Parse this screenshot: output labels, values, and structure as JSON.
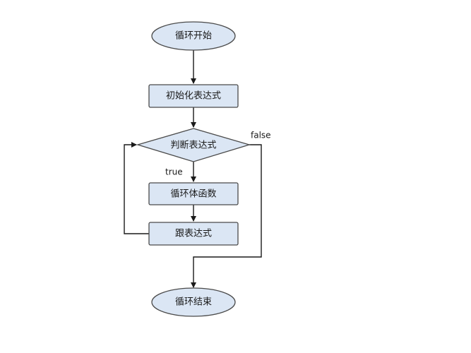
{
  "diagram": {
    "nodes": {
      "loop_start": "循环开始",
      "init_expr": "初始化表达式",
      "condition": "判断表达式",
      "loop_body": "循环体函数",
      "step_expr": "跟表达式",
      "loop_end": "循环结束"
    },
    "edge_labels": {
      "true_label": "true",
      "false_label": "false"
    },
    "colors": {
      "node_fill": "#dbe6f4",
      "node_stroke": "#4a4a4a",
      "edge": "#1a1a1a"
    }
  }
}
